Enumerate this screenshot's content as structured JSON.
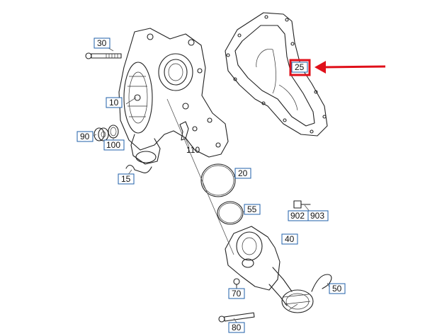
{
  "diagram": {
    "highlight_color": "#e0101a",
    "callout_border_color": "#1f5fa8",
    "labels": {
      "p10": "10",
      "p15": "15",
      "p20": "20",
      "p25": "25",
      "p30": "30",
      "p40": "40",
      "p50": "50",
      "p55": "55",
      "p70": "70",
      "p80": "80",
      "p90": "90",
      "p100": "100",
      "p110": "110",
      "p902": "902",
      "p903": "903"
    }
  }
}
